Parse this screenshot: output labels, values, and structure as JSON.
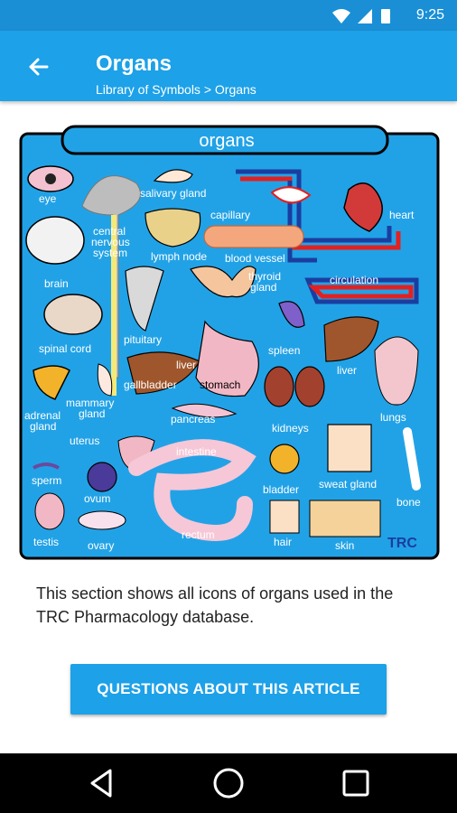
{
  "status": {
    "time": "9:25"
  },
  "header": {
    "title": "Organs",
    "breadcrumb": "Library of Symbols > Organs"
  },
  "figure": {
    "title": "organs",
    "brand": "TRC",
    "labels": {
      "eye": "eye",
      "salivary_gland": "salivary gland",
      "capillary": "capillary",
      "heart": "heart",
      "cns_line1": "central",
      "cns_line2": "nervous",
      "cns_line3": "system",
      "lymph_node": "lymph node",
      "blood_vessel": "blood vessel",
      "thyroid_line1": "thyroid",
      "thyroid_line2": "gland",
      "circulation": "circulation",
      "brain": "brain",
      "spinal_cord": "spinal cord",
      "pituitary": "pituitary",
      "spleen": "spleen",
      "liver": "liver",
      "gallbladder": "gallbladder",
      "stomach": "stomach",
      "mammary_line1": "mammary",
      "mammary_line2": "gland",
      "adrenal_line1": "adrenal",
      "adrenal_line2": "gland",
      "pancreas": "pancreas",
      "kidneys": "kidneys",
      "lungs": "lungs",
      "uterus": "uterus",
      "intestine": "intestine",
      "sweat_gland": "sweat gland",
      "bone": "bone",
      "sperm": "sperm",
      "ovum": "ovum",
      "bladder": "bladder",
      "testis": "testis",
      "ovary": "ovary",
      "rectum": "rectum",
      "hair": "hair",
      "skin": "skin"
    }
  },
  "description": "This section shows all icons of organs used in the TRC Pharmacology database.",
  "cta_label": "QUESTIONS ABOUT THIS ARTICLE",
  "colors": {
    "app_bar": "#1da1e8",
    "status_bar": "#1a8fd6",
    "figure_bg": "#22a2e6"
  }
}
